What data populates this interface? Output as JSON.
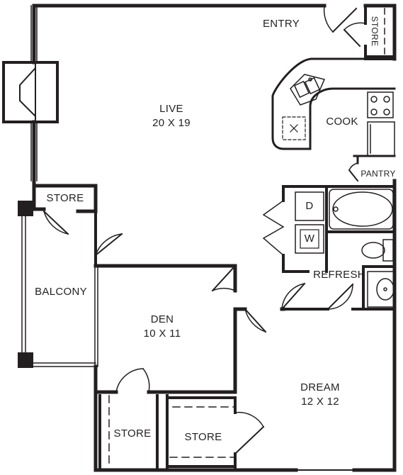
{
  "rooms": {
    "entry": {
      "name": "ENTRY"
    },
    "store_entry": {
      "name": "STORE"
    },
    "live": {
      "name": "LIVE",
      "size": "20 X 19"
    },
    "cook": {
      "name": "COOK"
    },
    "pantry": {
      "name": "PANTRY"
    },
    "store_balcony": {
      "name": "STORE"
    },
    "balcony": {
      "name": "BALCONY"
    },
    "refresh": {
      "name": "REFRESH"
    },
    "den": {
      "name": "DEN",
      "size": "10 X 11"
    },
    "dream": {
      "name": "DREAM",
      "size": "12 X 12"
    },
    "store_left": {
      "name": "STORE"
    },
    "store_mid": {
      "name": "STORE"
    }
  },
  "appliances": {
    "dryer": "D",
    "washer": "W"
  },
  "colors": {
    "wall": "#231f20",
    "background": "#ffffff"
  }
}
